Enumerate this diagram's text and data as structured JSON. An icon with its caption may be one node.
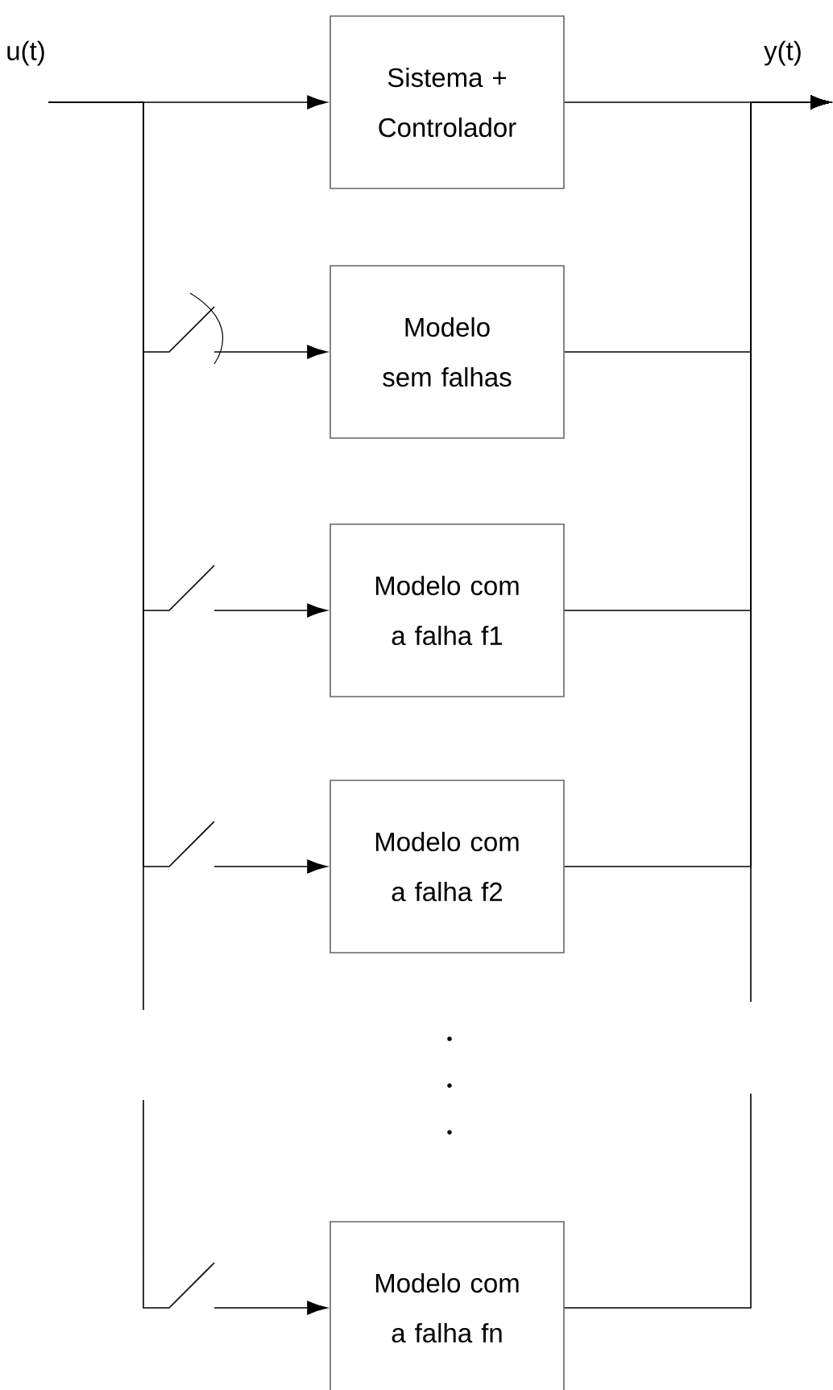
{
  "diagram": {
    "nodes": [
      {
        "text": [
          "Sistema + Controlador"
        ]
      },
      {
        "text": [
          "Modelo sem falhas"
        ]
      },
      {
        "text": [
          "Modelo com a falha f1"
        ]
      },
      {
        "text": [
          "Modelo com a falha f2"
        ]
      },
      {
        "text": [
          "Modelo com a falha fn"
        ]
      }
    ],
    "edges": [
      {
        "from": null,
        "to": 0,
        "arrow": "to"
      },
      {
        "from": null,
        "to": 1,
        "arrow": "to"
      },
      {
        "from": null,
        "to": 2,
        "arrow": "to"
      },
      {
        "from": null,
        "to": 3,
        "arrow": "to"
      },
      {
        "from": null,
        "to": 4,
        "arrow": "to"
      },
      {
        "from": 0,
        "to": null,
        "arrow": "to"
      },
      {
        "from": 1,
        "to": null,
        "arrow": "to"
      },
      {
        "from": 2,
        "to": null,
        "arrow": "to"
      },
      {
        "from": 3,
        "to": null,
        "arrow": "to"
      },
      {
        "from": 4,
        "to": null,
        "arrow": "to"
      }
    ],
    "labels": [
      "u(t)",
      "y(t)"
    ]
  }
}
